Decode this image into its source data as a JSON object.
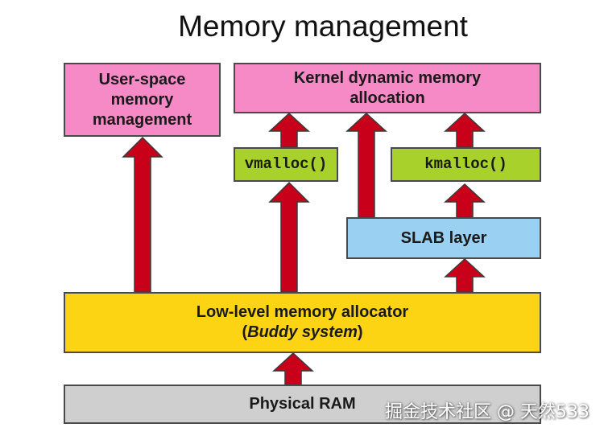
{
  "title": "Memory management",
  "boxes": {
    "user_space": "User-space memory management",
    "kernel_dynamic": "Kernel dynamic memory allocation",
    "vmalloc": "vmalloc()",
    "kmalloc": "kmalloc()",
    "slab": "SLAB layer",
    "low_level": "Low-level memory allocator",
    "buddy": "Buddy system",
    "physical_ram": "Physical RAM"
  },
  "watermark": "掘金技术社区 @ 天然533",
  "colors": {
    "pink": "#f58ac6",
    "green": "#a8d12c",
    "blue": "#9ad1f2",
    "yellow": "#fdd414",
    "gray": "#cfcfcf",
    "arrow": "#c8001a"
  }
}
